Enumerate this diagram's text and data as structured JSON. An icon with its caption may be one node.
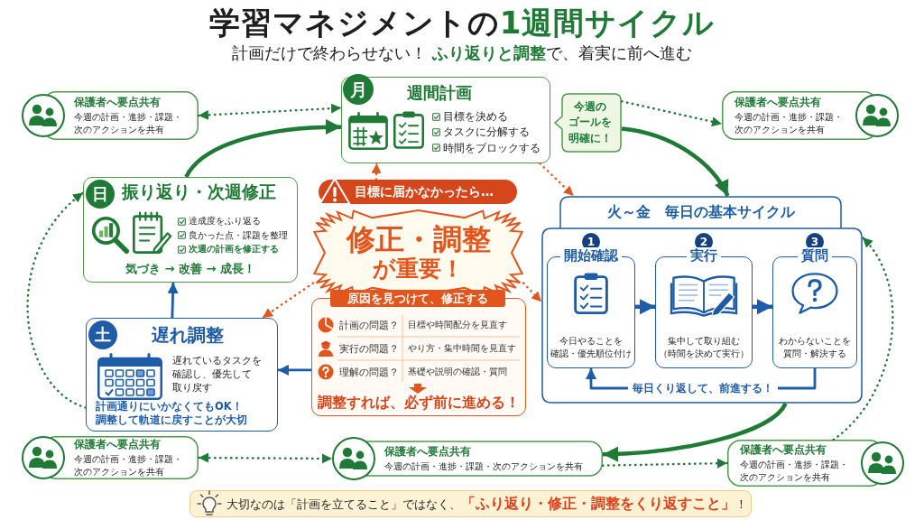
{
  "diagram": {
    "title": "学習マネジメントの**1週間サイクル**",
    "nodes": [
      {
        "text": [
          "月",
          "週間計画",
          "目標を決める",
          "タスクに分解する",
          "時間をブロックする"
        ]
      },
      {
        "text": [
          "今週のゴールを明確に！"
        ]
      },
      {
        "text": [
          "保護者へ要点共有",
          "今週の計画・進捗・課題・次のアクションを共有"
        ]
      },
      {
        "text": [
          "保護者へ要点共有",
          "今週の計画・進捗・課題・次のアクションを共有"
        ]
      },
      {
        "text": [
          "日",
          "振り返り・次週修正",
          "達成度をふり返る",
          "良かった点・課題を整理",
          "次週の計画を修正する",
          "気づき → 改善 → 成長！"
        ]
      },
      {
        "text": [
          "目標に届かなかったら…"
        ]
      },
      {
        "text": [
          "修正・調整が重要！"
        ]
      },
      {
        "text": [
          "原因を見つけて、修正する",
          "計画の問題？",
          "目標や時間配分を見直す",
          "実行の問題？",
          "やり方・集中時間を見直す",
          "理解の問題？",
          "基礎や説明の確認・質問",
          "調整すれば、必ず前に進める！"
        ]
      },
      {
        "text": [
          "土",
          "遅れ調整",
          "遅れているタスクを確認し、優先して取り戻す",
          "計画通りにいかなくてもOK！調整して軌道に戻すことが大切"
        ]
      },
      {
        "text": [
          "火～金　毎日の基本サイクル"
        ]
      },
      {
        "text": [
          "1",
          "開始確認",
          "今日やることを確認・優先順位付け"
        ],
        "in": 9
      },
      {
        "text": [
          "2",
          "実行",
          "集中して取り組む（時間を決めて実行）"
        ],
        "in": 9
      },
      {
        "text": [
          "3",
          "質問",
          "わからないことを質問・解決する"
        ],
        "in": 9
      },
      {
        "text": [
          "保護者へ要点共有",
          "今週の計画・進捗・課題・次のアクションを共有"
        ]
      },
      {
        "text": [
          "保護者へ要点共有",
          "今週の計画・進捗・課題・次のアクションを共有"
        ]
      },
      {
        "text": [
          "保護者へ要点共有",
          "今週の計画・進捗・課題・次のアクションを共有"
        ]
      },
      {
        "text": [
          "大切なのは「計画を立てること」ではなく、**「ふり返り・修正・調整をくり返すこと」**！"
        ]
      }
    ],
    "edges": [
      {
        "from": 2,
        "to": 0,
        "arrow": "both",
        "style": "dashed"
      },
      {
        "from": 1,
        "to": 3,
        "arrow": "to",
        "style": "dashed"
      },
      {
        "from": 4,
        "to": 0,
        "arrow": "to",
        "style": "thick"
      },
      {
        "from": 1,
        "to": 9,
        "arrow": "to",
        "style": "thick"
      },
      {
        "from": 9,
        "to": 14,
        "arrow": "to",
        "style": "thick"
      },
      {
        "from": 8,
        "to": 4,
        "arrow": "to",
        "color": "#1f5ca8"
      },
      {
        "from": 7,
        "to": 8,
        "arrow": "to",
        "color": "#1f5ca8"
      },
      {
        "from": 5,
        "to": 0,
        "arrow": "to",
        "style": "dashed",
        "color": "#e2561d"
      },
      {
        "from": 0,
        "to": 9,
        "arrow": "to",
        "style": "dashed",
        "color": "#e2561d"
      },
      {
        "from": 6,
        "to": 9,
        "arrow": "to",
        "style": "dashed",
        "color": "#e2561d"
      },
      {
        "from": 6,
        "to": 8,
        "arrow": "to",
        "style": "dashed",
        "color": "#e2561d"
      },
      {
        "from": 10,
        "to": 11,
        "arrow": "to",
        "style": "thick",
        "color": "#1f5ca8"
      },
      {
        "from": 11,
        "to": 12,
        "arrow": "to",
        "style": "thick",
        "color": "#1f5ca8"
      },
      {
        "from": 12,
        "to": 10,
        "arrow": "to",
        "label": "毎日くり返して、前進する！",
        "color": "#1f5ca8"
      },
      {
        "from": 8,
        "to": 4,
        "arrow": "to",
        "style": "dashed"
      },
      {
        "from": 15,
        "to": 9,
        "arrow": "to",
        "style": "dashed"
      },
      {
        "from": 13,
        "to": 14,
        "arrow": "both",
        "style": "dashed"
      },
      {
        "from": 14,
        "to": 15,
        "arrow": "to",
        "style": "dashed"
      }
    ],
    "labels": [
      "計画だけで終わらせない！ **ふり返りと調整**で、着実に前へ進む"
    ]
  }
}
